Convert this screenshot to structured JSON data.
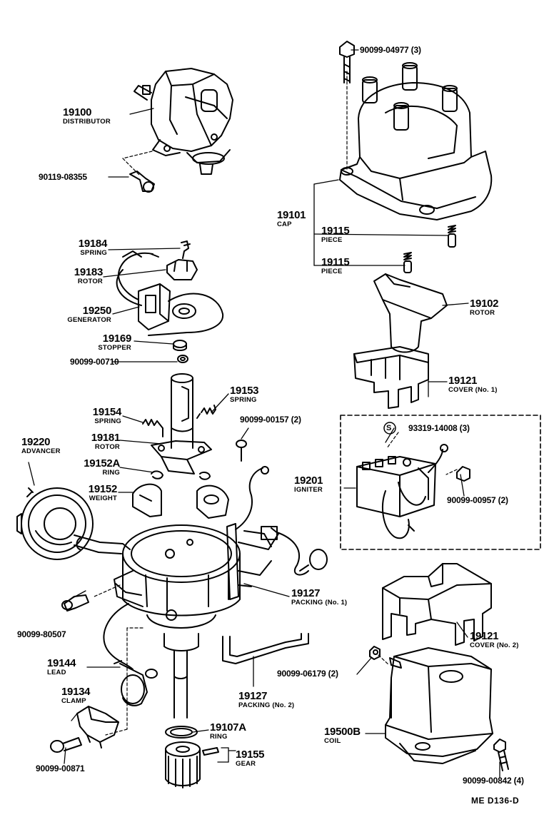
{
  "parts": {
    "distributor": {
      "number": "19100",
      "name": "DISTRIBUTOR"
    },
    "bolt_08355": {
      "number": "90119-08355"
    },
    "spring_19184": {
      "number": "19184",
      "name": "SPRING"
    },
    "rotor_19183": {
      "number": "19183",
      "name": "ROTOR"
    },
    "generator": {
      "number": "19250",
      "name": "GENERATOR"
    },
    "stopper": {
      "number": "19169",
      "name": "STOPPER"
    },
    "washer_00710": {
      "number": "90099-00710"
    },
    "spring_19153": {
      "number": "19153",
      "name": "SPRING"
    },
    "spring_19154": {
      "number": "19154",
      "name": "SPRING"
    },
    "screw_00157": {
      "number": "90099-00157 (2)"
    },
    "advancer": {
      "number": "19220",
      "name": "ADVANCER"
    },
    "rotor_19181": {
      "number": "19181",
      "name": "ROTOR"
    },
    "ring_19152a": {
      "number": "19152A",
      "name": "RING"
    },
    "weight": {
      "number": "19152",
      "name": "WEIGHT"
    },
    "bolt_80507": {
      "number": "90099-80507"
    },
    "lead": {
      "number": "19144",
      "name": "LEAD"
    },
    "clamp": {
      "number": "19134",
      "name": "CLAMP"
    },
    "bolt_00871": {
      "number": "90099-00871"
    },
    "ring_19107a": {
      "number": "19107A",
      "name": "RING"
    },
    "gear": {
      "number": "19155",
      "name": "GEAR"
    },
    "packing_1": {
      "number": "19127",
      "name": "PACKING (No. 1)"
    },
    "packing_2": {
      "number": "19127",
      "name": "PACKING (No. 2)"
    },
    "screw_04977": {
      "number": "90099-04977 (3)"
    },
    "cap": {
      "number": "19101",
      "name": "CAP"
    },
    "piece_a": {
      "number": "19115",
      "name": "PIECE"
    },
    "piece_b": {
      "number": "19115",
      "name": "PIECE"
    },
    "rotor_19102": {
      "number": "19102",
      "name": "ROTOR"
    },
    "cover_1": {
      "number": "19121",
      "name": "COVER (No. 1)"
    },
    "screw_14008": {
      "number": "93319-14008 (3)"
    },
    "igniter": {
      "number": "19201",
      "name": "IGNITER"
    },
    "nut_00957": {
      "number": "90099-00957 (2)"
    },
    "cover_2": {
      "number": "19121",
      "name": "COVER (No. 2)"
    },
    "washer_06179": {
      "number": "90099-06179 (2)"
    },
    "coil": {
      "number": "19500B",
      "name": "COIL"
    },
    "bolt_00842": {
      "number": "90099-00842 (4)"
    }
  },
  "s_mark": "S",
  "reference_code": "ME  D136-D"
}
